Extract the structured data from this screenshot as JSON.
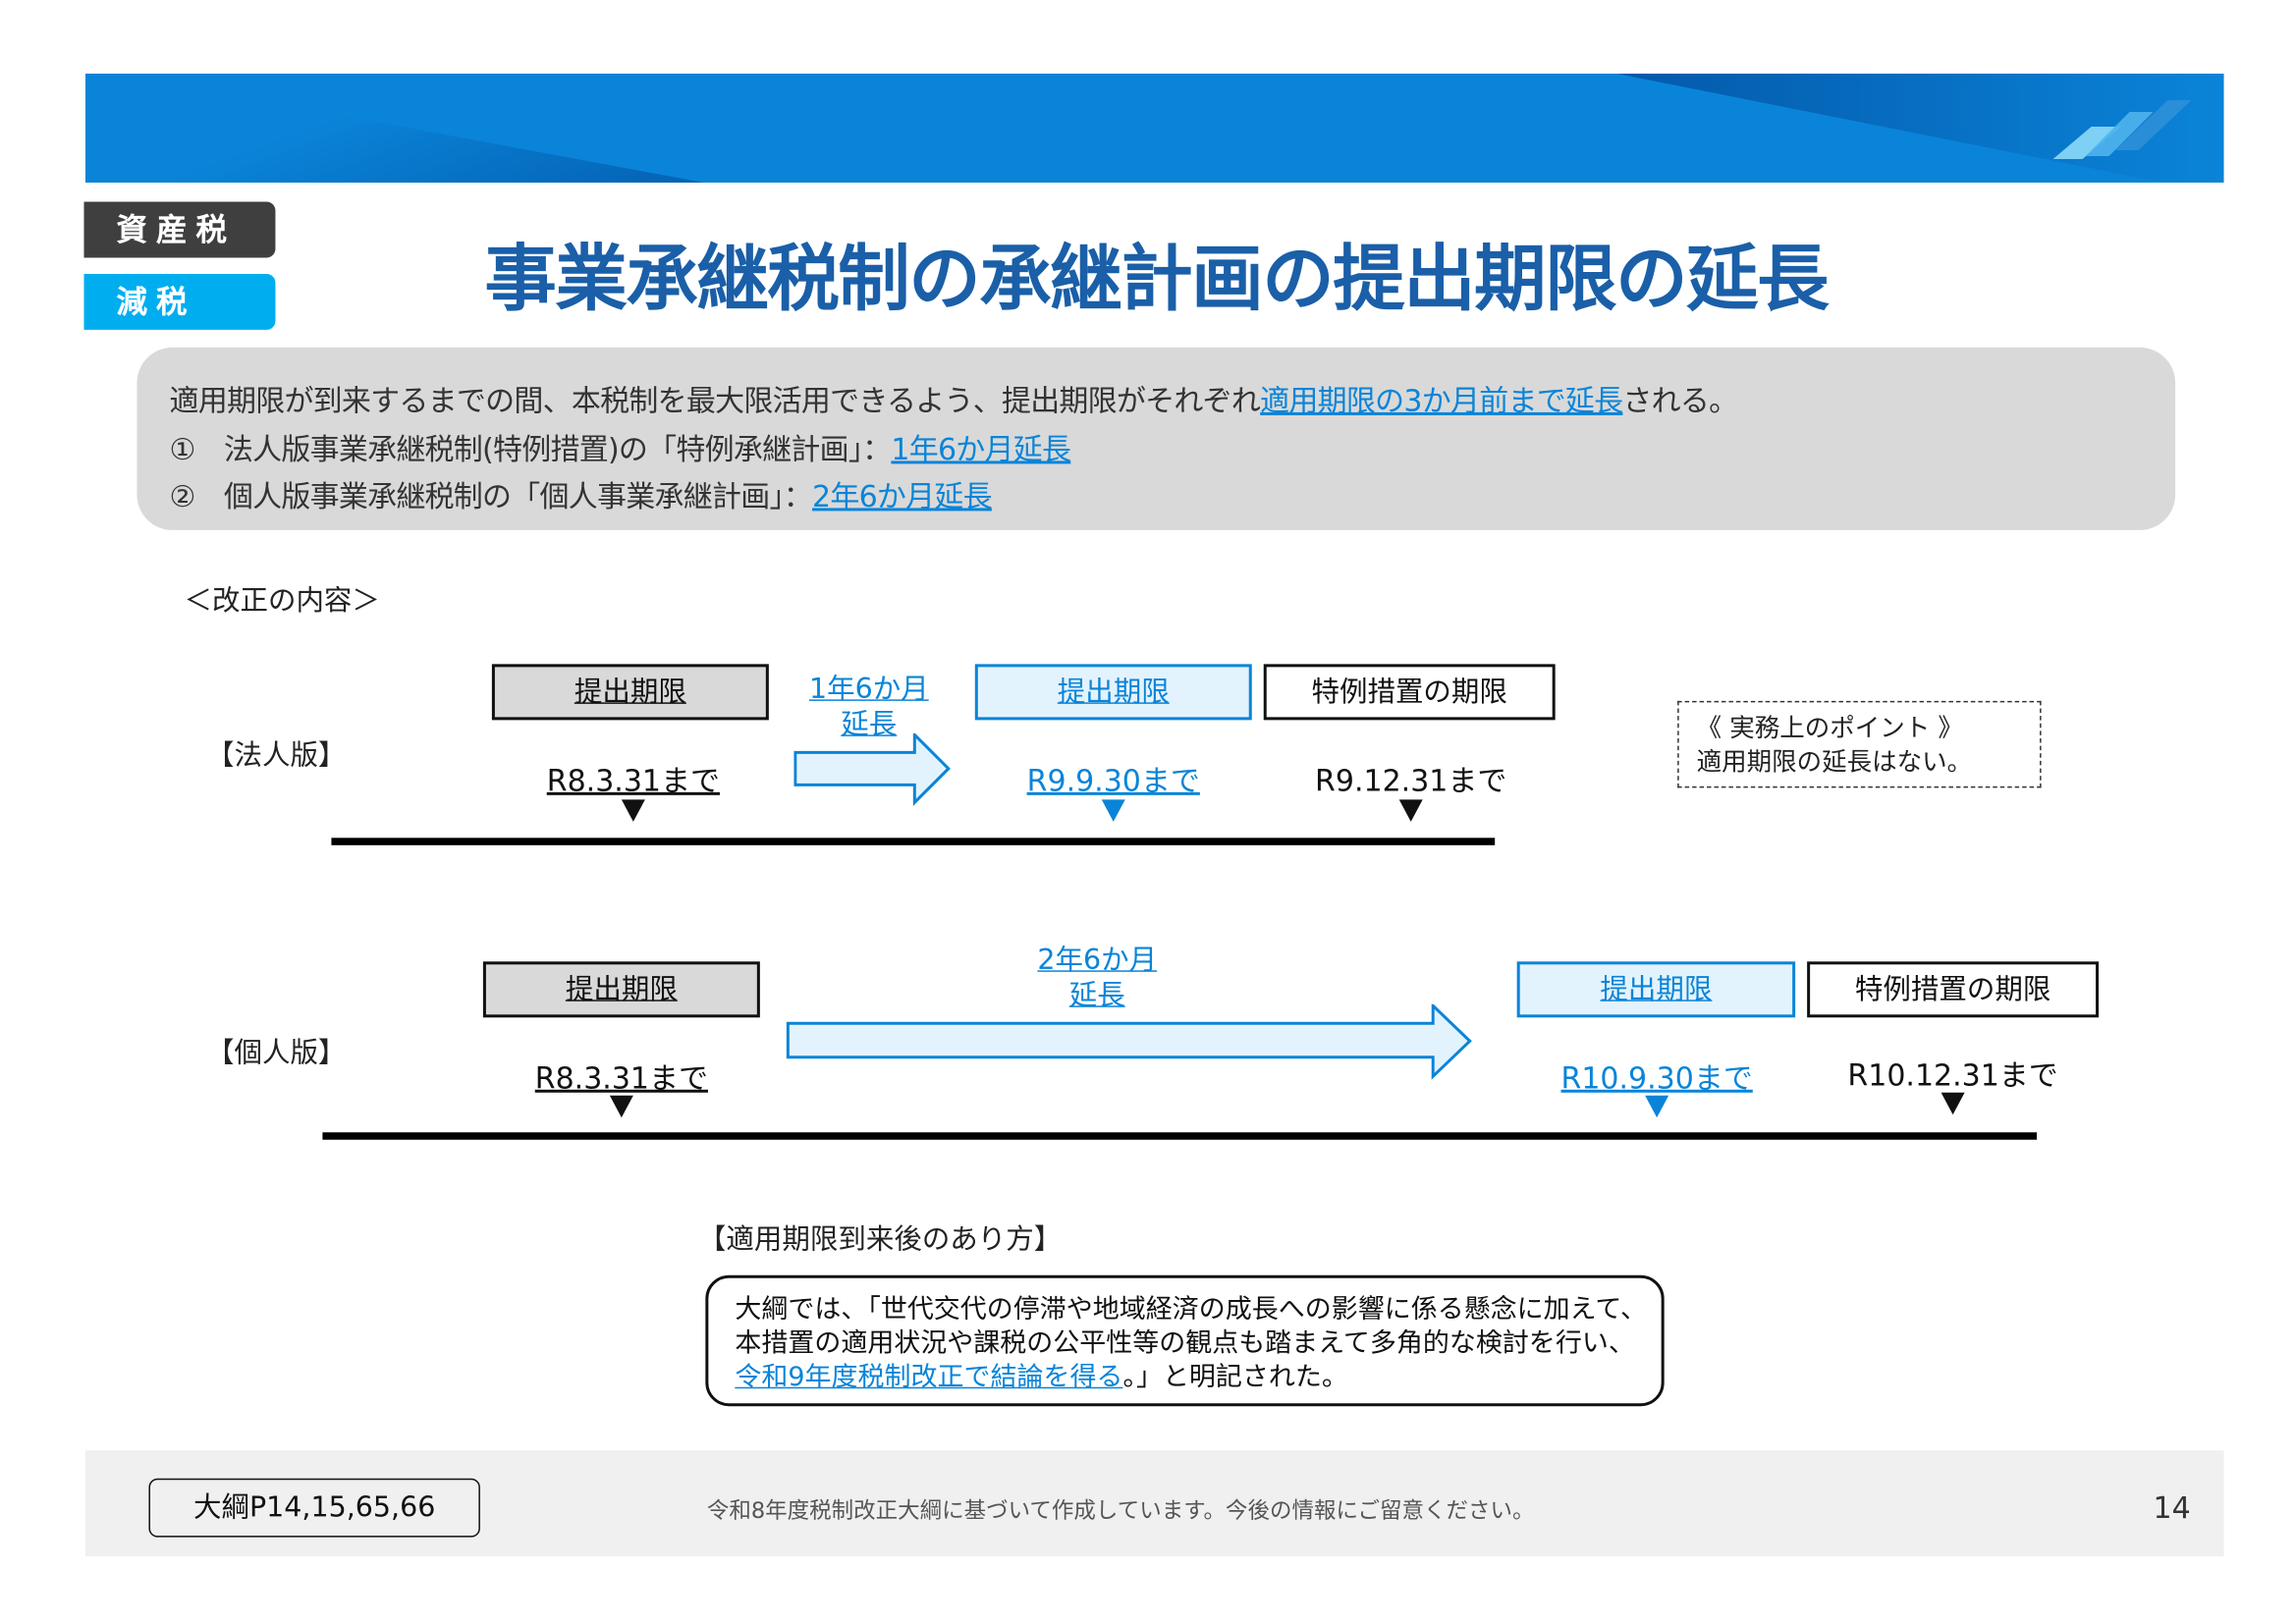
{
  "header": {
    "tags": [
      "資産税",
      "減税"
    ],
    "title": "事業承継税制の承継計画の提出期限の延長"
  },
  "summary": {
    "line1_text": "適用期限が到来するまでの間、本税制を最大限活用できるよう、提出期限がそれぞれ",
    "line1_link": "適用期限の3か月前まで延長",
    "line1_tail": "される。",
    "line2_text": "①　法人版事業承継税制(特例措置)の「特例承継計画」：",
    "line2_link": "1年6か月延長",
    "line3_text": "②　個人版事業承継税制の「個人事業承継計画」：",
    "line3_link": "2年6か月延長"
  },
  "section_label": "＜改正の内容＞",
  "corporate": {
    "label": "【法人版】",
    "box_before": "提出期限",
    "box_after": "提出期限",
    "box_special": "特例措置の期限",
    "extension": [
      "1年6か月",
      "延長"
    ],
    "date_before": "R8.3.31まで",
    "date_after": "R9.9.30まで",
    "date_special": "R9.12.31まで"
  },
  "personal": {
    "label": "【個人版】",
    "box_before": "提出期限",
    "box_after": "提出期限",
    "box_special": "特例措置の期限",
    "extension": [
      "2年6か月",
      "延長"
    ],
    "date_before": "R8.3.31まで",
    "date_after": "R10.9.30まで",
    "date_special": "R10.12.31まで"
  },
  "point": {
    "title": "《 実務上のポイント 》",
    "text": "適用期限の延長はない。"
  },
  "after": {
    "heading": "【適用期限到来後のあり方】",
    "line1": "大綱では、「世代交代の停滞や地域経済の成長への影響に係る懸念に加えて、",
    "line2": "本措置の適用状況や課税の公平性等の観点も踏まえて多角的な検討を行い、",
    "line3_link": "令和9年度税制改正で結論を得る",
    "line3_tail": "。」と明記された。"
  },
  "footer": {
    "reference": "大綱P14,15,65,66",
    "note": "令和8年度税制改正大綱に基づいて作成しています。今後の情報にご留意ください。",
    "page_number": "14"
  },
  "colors": {
    "brand_blue": "#0a84d8",
    "title_blue": "#1a5fa8",
    "tag_dark": "#3f3f3f",
    "tag_cyan": "#00aeef"
  }
}
